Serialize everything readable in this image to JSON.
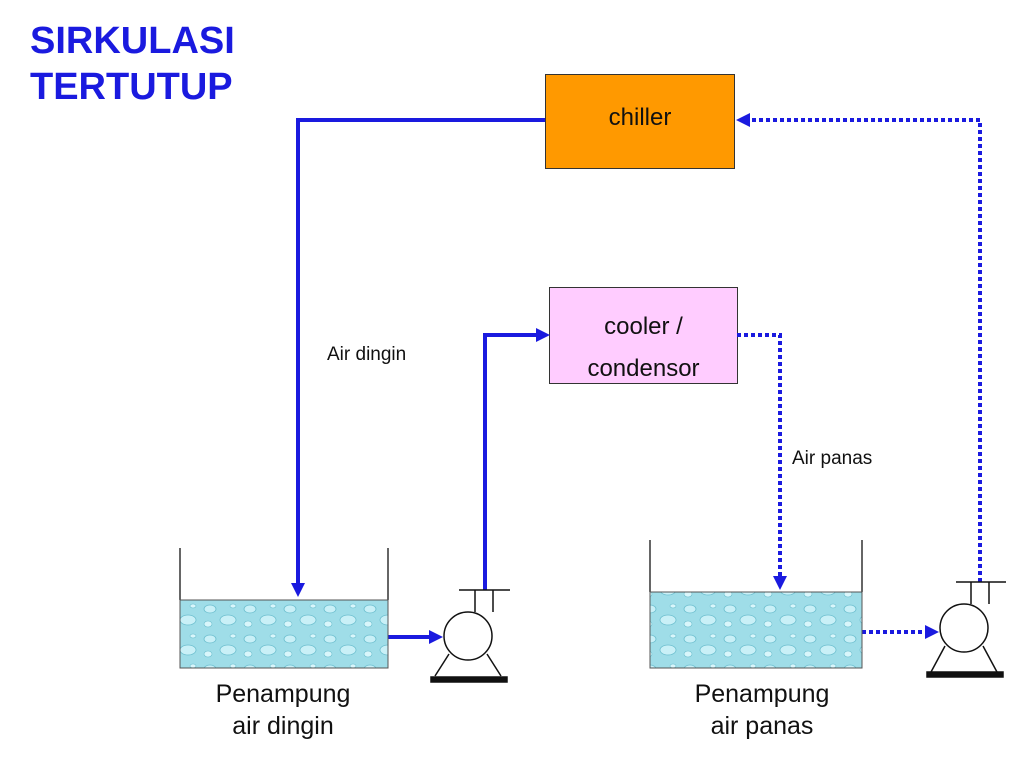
{
  "title": {
    "line1": "SIRKULASI",
    "line2": "TERTUTUP"
  },
  "nodes": {
    "chiller": "chiller",
    "cooler_line1": "cooler /",
    "cooler_line2": "condensor"
  },
  "labels": {
    "air_dingin": "Air dingin",
    "air_panas": "Air panas"
  },
  "tanks": {
    "cold_line1": "Penampung",
    "cold_line2": "air dingin",
    "hot_line1": "Penampung",
    "hot_line2": "air panas"
  },
  "colors": {
    "title": "#1a1adf",
    "pipe": "#1a1adf",
    "chiller_fill": "#ff9900",
    "cooler_fill": "#ffccff",
    "water": "#9fdde8"
  },
  "icons": [
    "water-tank-icon",
    "pump-icon"
  ]
}
